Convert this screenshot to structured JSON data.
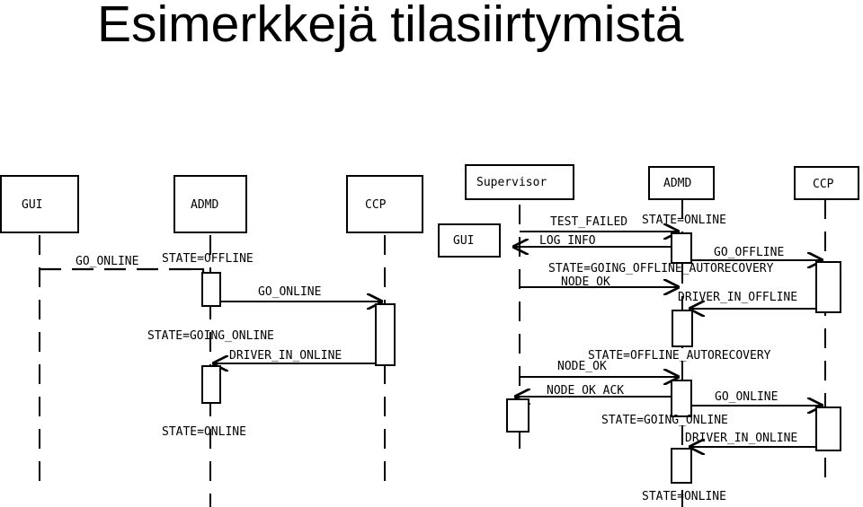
{
  "title": "Esimerkkejä tilasiirtymistä",
  "left_diagram": {
    "participants": [
      "GUI",
      "ADMD",
      "CCP"
    ],
    "messages": [
      "GO_ONLINE",
      "STATE=OFFLINE",
      "GO_ONLINE",
      "STATE=GOING_ONLINE",
      "DRIVER_IN_ONLINE",
      "STATE=ONLINE"
    ]
  },
  "right_diagram": {
    "participants": [
      "Supervisor",
      "ADMD",
      "CCP",
      "GUI"
    ],
    "messages": [
      "TEST_FAILED",
      "STATE=ONLINE",
      "LOG_INFO",
      "GO_OFFLINE",
      "STATE=GOING_OFFLINE_AUTORECOVERY",
      "NODE_OK",
      "DRIVER_IN_OFFLINE",
      "STATE=OFFLINE_AUTORECOVERY",
      "NODE_OK",
      "NODE_OK_ACK",
      "GO_ONLINE",
      "STATE=GOING_ONLINE",
      "DRIVER_IN_ONLINE",
      "STATE=ONLINE"
    ]
  }
}
